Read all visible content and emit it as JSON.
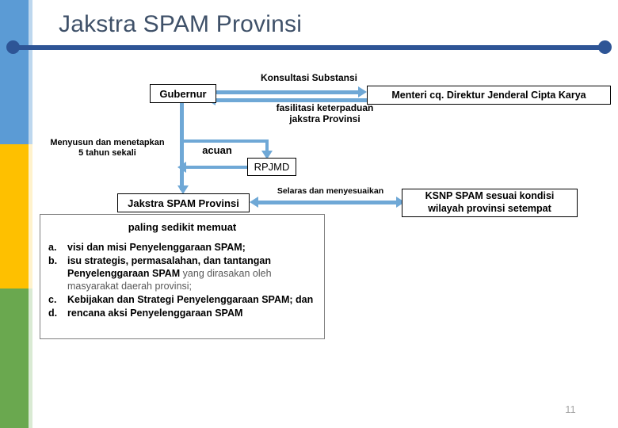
{
  "slide": {
    "title": "Jakstra SPAM Provinsi",
    "page_number": "11",
    "accent_color": "#2e5596",
    "connector_color": "#6fa8d6",
    "title_color": "#3f5169",
    "rail_colors": {
      "blue": "#5b9bd5",
      "yellow": "#fec000",
      "green": "#6aa84f"
    }
  },
  "diagram": {
    "nodes": {
      "gubernur": "Gubernur",
      "menteri": "Menteri cq. Direktur Jenderal Cipta Karya",
      "rpjmd": "RPJMD",
      "jakstra": "Jakstra SPAM Provinsi",
      "ksnp_line1": "KSNP SPAM sesuai kondisi",
      "ksnp_line2": "wilayah provinsi setempat"
    },
    "labels": {
      "konsultasi": "Konsultasi Substansi",
      "fasilitasi_line1": "fasilitasi keterpaduan",
      "fasilitasi_line2": "jakstra Provinsi",
      "menyusun_line1": "Menyusun dan menetapkan",
      "menyusun_line2": "5 tahun sekali",
      "acuan": "acuan",
      "selaras": "Selaras dan menyesuaikan"
    }
  },
  "detail": {
    "heading": "paling sedikit memuat",
    "items": [
      {
        "marker": "a.",
        "bold": "visi dan misi Penyelenggaraan SPAM;",
        "regular": ""
      },
      {
        "marker": "b.",
        "bold": "isu strategis, permasalahan, dan tantangan Penyelenggaraan SPAM",
        "regular": " yang dirasakan oleh masyarakat daerah provinsi;"
      },
      {
        "marker": "c.",
        "bold": "Kebijakan dan Strategi Penyelenggaraan SPAM; dan",
        "regular": ""
      },
      {
        "marker": "d.",
        "bold": "rencana aksi Penyelenggaraan SPAM",
        "regular": ""
      }
    ]
  }
}
